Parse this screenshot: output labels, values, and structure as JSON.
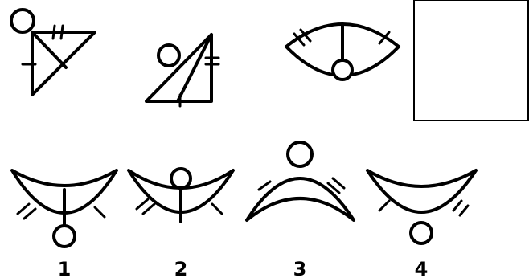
{
  "puzzle": {
    "options": [
      {
        "label": "1"
      },
      {
        "label": "2"
      },
      {
        "label": "3"
      },
      {
        "label": "4"
      }
    ]
  }
}
